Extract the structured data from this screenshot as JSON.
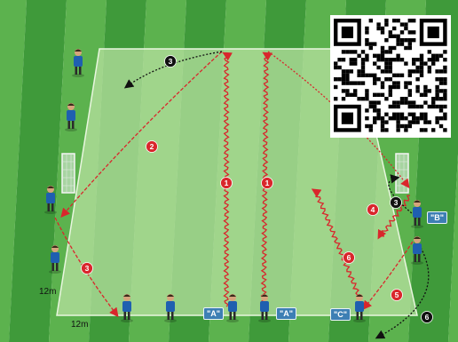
{
  "dimensions": {
    "side": "12m",
    "bottom": "12m"
  },
  "player_tags": {
    "a_left": "\"A\"",
    "a_right": "\"A\"",
    "b": "\"B\"",
    "c": "\"C\""
  },
  "markers": {
    "red": [
      "1",
      "1",
      "2",
      "3",
      "4",
      "5",
      "6"
    ],
    "black": [
      "3",
      "3",
      "6"
    ]
  },
  "colors": {
    "grass_dark": "#3f9a3a",
    "grass_light": "#5cb24e",
    "area": "#a8d890",
    "pass_line": "#d9262c",
    "run_line": "#111111",
    "player_shirt": "#1f5fb0",
    "tag": "#3d7fb4"
  },
  "icons": [
    "goal-icon",
    "player-icon",
    "qr-code-icon"
  ]
}
